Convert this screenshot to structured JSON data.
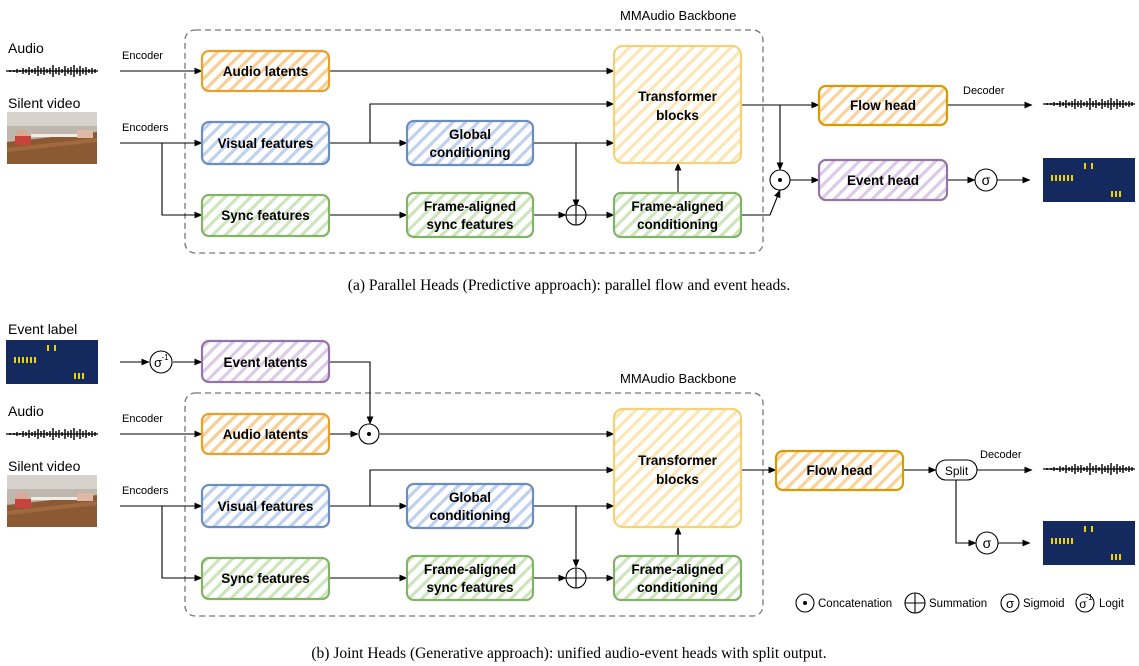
{
  "colors": {
    "audio": "#e9a02a",
    "visual": "#6c8ebf",
    "sync": "#82b366",
    "event": "#9673a6",
    "transformer": "#f3d27a",
    "flow": "#d79b00",
    "event_panel": "#14295e",
    "event_tick": "#f2d100"
  },
  "icons": [
    "audio-waveform-icon",
    "video-thumbnail-icon",
    "event-label-grid-icon",
    "concat-icon",
    "sum-icon",
    "sigmoid-icon",
    "logit-icon"
  ],
  "panel_a": {
    "backbone_label": "MMAudio Backbone",
    "audio_label": "Audio",
    "video_label": "Silent video",
    "encoder_label": "Encoder",
    "encoders_label": "Encoders",
    "decoder_label": "Decoder",
    "audio_latents": "Audio latents",
    "visual_features": "Visual features",
    "sync_features": "Sync features",
    "global_cond_1": "Global",
    "global_cond_2": "conditioning",
    "frame_sync_1": "Frame-aligned",
    "frame_sync_2": "sync features",
    "frame_cond_1": "Frame-aligned",
    "frame_cond_2": "conditioning",
    "transformer_1": "Transformer",
    "transformer_2": "blocks",
    "flow_head": "Flow head",
    "event_head": "Event head",
    "sigma": "σ",
    "caption": "(a) Parallel Heads (Predictive approach): parallel flow and event heads."
  },
  "panel_b": {
    "backbone_label": "MMAudio Backbone",
    "event_label": "Event label",
    "audio_label": "Audio",
    "video_label": "Silent video",
    "encoder_label": "Encoder",
    "encoders_label": "Encoders",
    "decoder_label": "Decoder",
    "sigma_inv": "σ",
    "sigma_inv_sup": "-1",
    "event_latents": "Event latents",
    "audio_latents": "Audio latents",
    "visual_features": "Visual features",
    "sync_features": "Sync features",
    "global_cond_1": "Global",
    "global_cond_2": "conditioning",
    "frame_sync_1": "Frame-aligned",
    "frame_sync_2": "sync features",
    "frame_cond_1": "Frame-aligned",
    "frame_cond_2": "conditioning",
    "transformer_1": "Transformer",
    "transformer_2": "blocks",
    "flow_head": "Flow head",
    "split": "Split",
    "sigma": "σ",
    "caption": "(b) Joint Heads (Generative approach): unified audio-event heads with split output."
  },
  "legend": {
    "concatenation": "Concatenation",
    "summation": "Summation",
    "sigmoid": "Sigmoid",
    "logit": "Logit",
    "sigma": "σ",
    "sigma_inv": "σ",
    "sigma_inv_sup": "-1"
  }
}
